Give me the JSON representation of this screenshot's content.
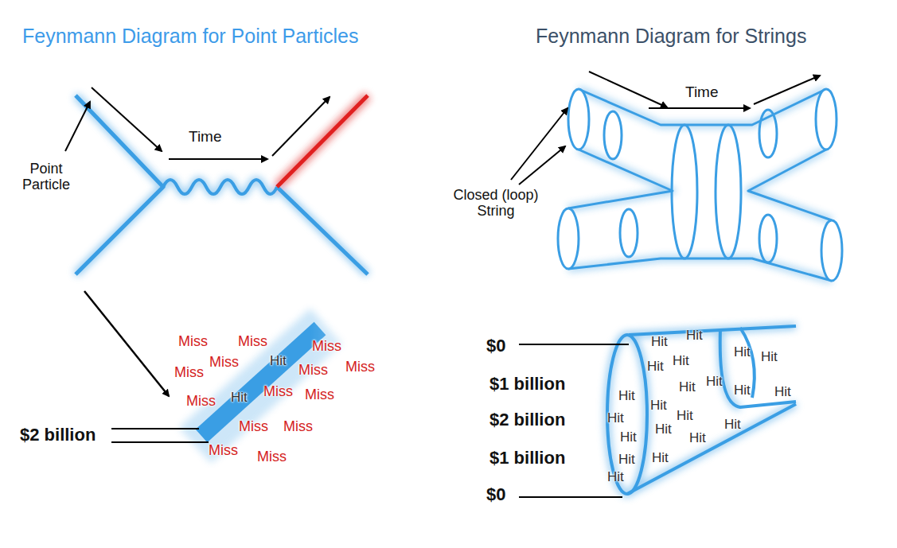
{
  "diagram": {
    "labels": [
      "Feynmann Diagram for Point Particles",
      "Feynmann Diagram for Strings",
      "Time",
      "Point Particle",
      "Time",
      "Closed (loop) String",
      "Miss",
      "Miss",
      "Miss",
      "Miss",
      "Miss",
      "Hit",
      "Miss",
      "Miss",
      "Miss",
      "Hit",
      "Miss",
      "Miss",
      "Miss",
      "Miss",
      "Miss",
      "Miss",
      "$2 billion",
      "$0",
      "$1 billion",
      "$2 billion",
      "$1 billion",
      "$0",
      "Hit",
      "Hit",
      "Hit",
      "Hit",
      "Hit",
      "Hit",
      "Hit",
      "Hit",
      "Hit",
      "Hit",
      "Hit",
      "Hit",
      "Hit",
      "Hit",
      "Hit",
      "Hit",
      "Hit",
      "Hit",
      "Hit",
      "Hit",
      "Hit"
    ]
  }
}
